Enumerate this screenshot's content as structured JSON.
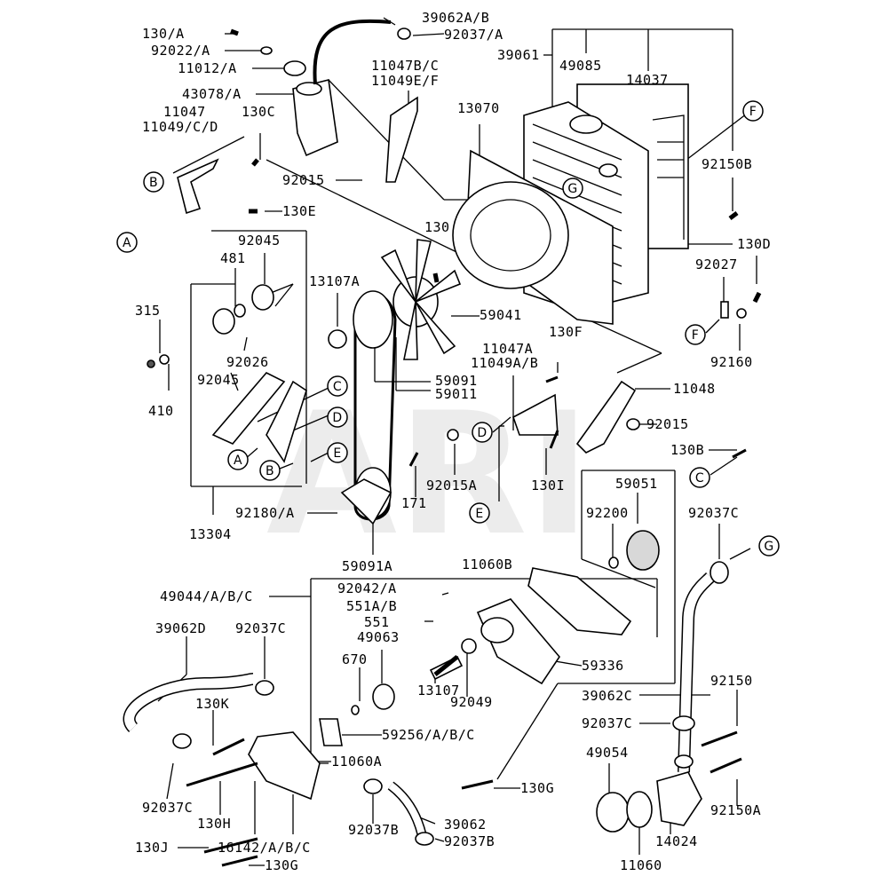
{
  "watermark": "ARI",
  "labels": {
    "l_130a": "130/A",
    "l_92022a": "92022/A",
    "l_11012a": "11012/A",
    "l_43078a": "43078/A",
    "l_11047": "11047",
    "l_11049cd": "11049/C/D",
    "l_130c": "130C",
    "l_39062ab": "39062A/B",
    "l_92037a": "92037/A",
    "l_11047bc": "11047B/C",
    "l_11049ef": "11049E/F",
    "l_39061": "39061",
    "l_49085": "49085",
    "l_14037": "14037",
    "l_13070": "13070",
    "l_92015_top": "92015",
    "l_130e": "130E",
    "l_92150b": "92150B",
    "l_130": "130",
    "l_130d": "130D",
    "l_92027": "92027",
    "l_92160": "92160",
    "l_92045_top": "92045",
    "l_481": "481",
    "l_13107a": "13107A",
    "l_315": "315",
    "l_92026": "92026",
    "l_92045_low": "92045",
    "l_410": "410",
    "l_59041": "59041",
    "l_11047a": "11047A",
    "l_11049ab": "11049A/B",
    "l_130f": "130F",
    "l_59091": "59091",
    "l_59011": "59011",
    "l_11048": "11048",
    "l_92015_mid": "92015",
    "l_130b": "130B",
    "l_92015a": "92015A",
    "l_130i": "130I",
    "l_171": "171",
    "l_92180a": "92180/A",
    "l_13304": "13304",
    "l_59091a": "59091A",
    "l_59051": "59051",
    "l_92200": "92200",
    "l_92037c_r": "92037C",
    "l_11060b": "11060B",
    "l_49044": "49044/A/B/C",
    "l_92042a": "92042/A",
    "l_551ab": "551A/B",
    "l_551": "551",
    "l_49063": "49063",
    "l_670": "670",
    "l_13107": "13107",
    "l_92049": "92049",
    "l_59336": "59336",
    "l_39062d": "39062D",
    "l_92037c_l": "92037C",
    "l_130k": "130K",
    "l_59256": "59256/A/B/C",
    "l_11060a": "11060A",
    "l_92037c_bl": "92037C",
    "l_130h": "130H",
    "l_130g_mid": "130G",
    "l_39062c": "39062C",
    "l_92037c_mr": "92037C",
    "l_92150": "92150",
    "l_49054": "49054",
    "l_92150a": "92150A",
    "l_39062": "39062",
    "l_92037b_a": "92037B",
    "l_92037b_b": "92037B",
    "l_130j": "130J",
    "l_16142": "16142/A/B/C",
    "l_130g_bot": "130G",
    "l_14024": "14024",
    "l_11060": "11060"
  },
  "refs": {
    "r_b_top": "B",
    "r_a_top": "A",
    "r_f_top": "F",
    "r_g_top": "G",
    "r_f_mid": "F",
    "r_c_mid": "C",
    "r_d_mid": "D",
    "r_e_mid": "E",
    "r_a_mid": "A",
    "r_b_mid": "B",
    "r_d_right": "D",
    "r_e_right": "E",
    "r_c_right": "C",
    "r_g_right": "G"
  }
}
